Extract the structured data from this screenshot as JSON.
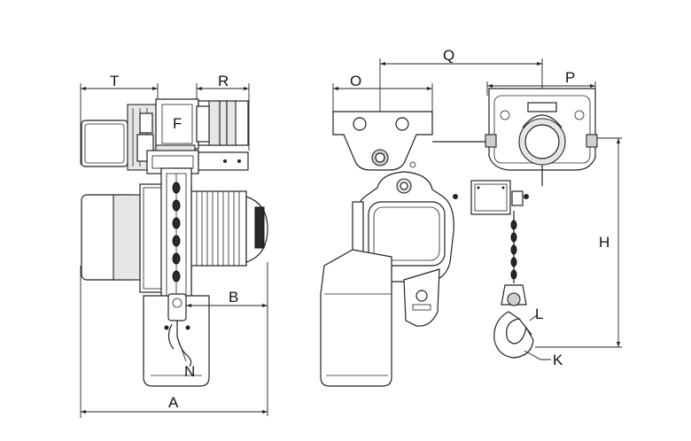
{
  "labels": {
    "T": "T",
    "R": "R",
    "F": "F",
    "B": "B",
    "N": "N",
    "A": "A",
    "O": "O",
    "Q": "Q",
    "P": "P",
    "H": "H",
    "L": "L",
    "K": "K"
  }
}
